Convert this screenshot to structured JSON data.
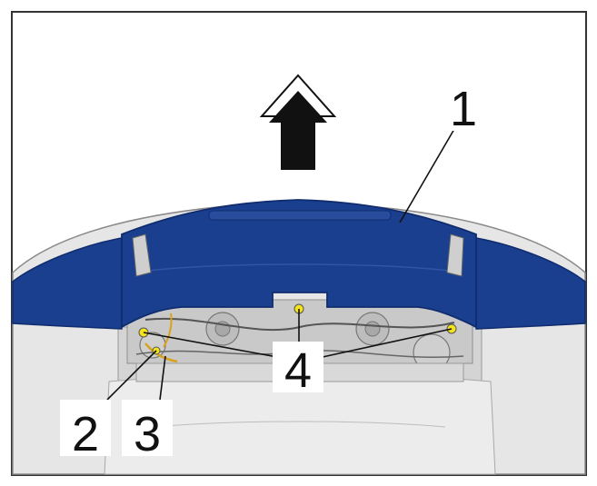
{
  "diagram": {
    "callouts": [
      {
        "id": "1",
        "label": "1"
      },
      {
        "id": "2",
        "label": "2"
      },
      {
        "id": "3",
        "label": "3"
      },
      {
        "id": "4",
        "label": "4"
      }
    ],
    "direction_arrow_icon": "up-arrow-icon",
    "colors": {
      "highlight_part": "#1b3f8f",
      "highlight_part_dark": "#0f2c6e",
      "fastener_marker": "#f4e21a",
      "border": "#333333"
    }
  }
}
